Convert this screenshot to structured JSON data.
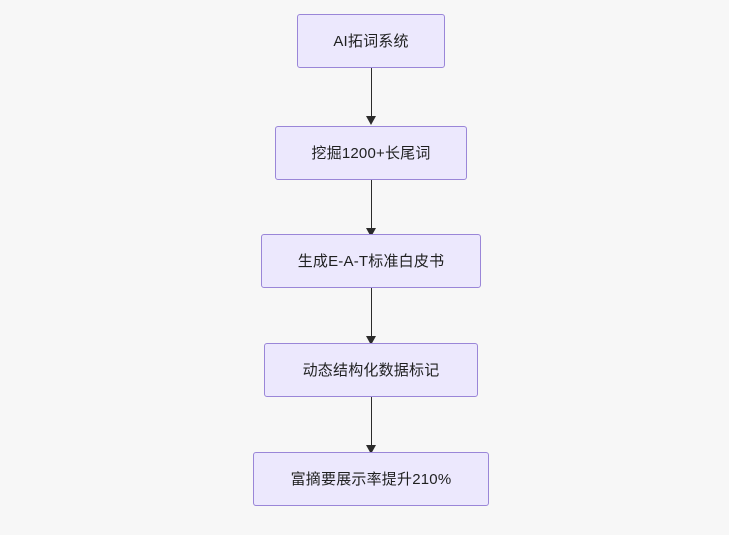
{
  "diagram": {
    "type": "flowchart",
    "direction": "top-down",
    "background_color": "#f7f7f7",
    "node_fill": "#ece8fd",
    "node_border": "#9a86d8",
    "edge_color": "#2b2b2b",
    "nodes": [
      {
        "id": "n1",
        "label": "AI拓词系统"
      },
      {
        "id": "n2",
        "label": "挖掘1200+长尾词"
      },
      {
        "id": "n3",
        "label": "生成E-A-T标准白皮书"
      },
      {
        "id": "n4",
        "label": "动态结构化数据标记"
      },
      {
        "id": "n5",
        "label": "富摘要展示率提升210%"
      }
    ],
    "edges": [
      {
        "from": "n1",
        "to": "n2"
      },
      {
        "from": "n2",
        "to": "n3"
      },
      {
        "from": "n3",
        "to": "n4"
      },
      {
        "from": "n4",
        "to": "n5"
      }
    ]
  }
}
